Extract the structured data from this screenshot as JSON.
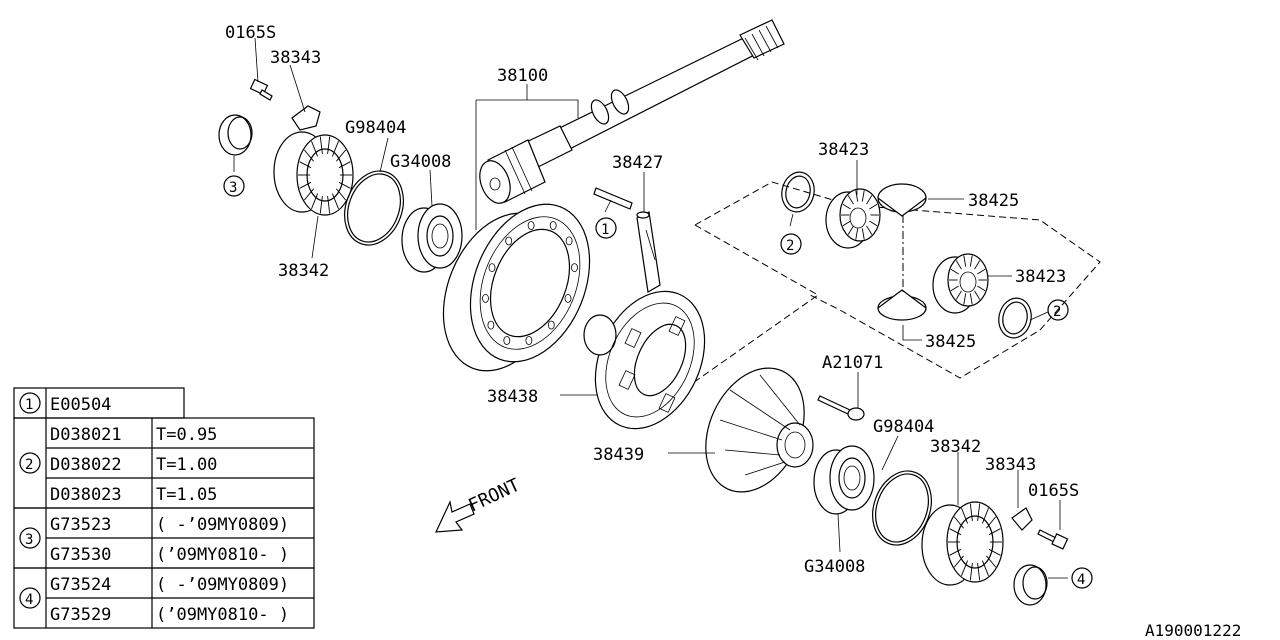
{
  "diagram_id": "A190001222",
  "front_label": "FRONT",
  "callouts": {
    "c0165s_top": "0165S",
    "c38343_top": "38343",
    "c38100": "38100",
    "cg98404_top": "G98404",
    "cg34008_top": "G34008",
    "c38342_top": "38342",
    "c38427": "38427",
    "c38423_top": "38423",
    "c38425_top": "38425",
    "c38423_mid": "38423",
    "c38425_mid": "38425",
    "ca21071": "A21071",
    "c38438": "38438",
    "c38439": "38439",
    "cg98404_bot": "G98404",
    "c38342_bot": "38342",
    "c38343_bot": "38343",
    "c0165s_bot": "0165S",
    "cg34008_bot": "G34008"
  },
  "circle_marks": {
    "m1": "1",
    "m2_top": "2",
    "m2_right": "2",
    "m3": "3",
    "m4": "4"
  },
  "legend": [
    {
      "key": "1",
      "rows": [
        {
          "part": "E00504",
          "spec": ""
        }
      ]
    },
    {
      "key": "2",
      "rows": [
        {
          "part": "D038021",
          "spec": "T=0.95"
        },
        {
          "part": "D038022",
          "spec": "T=1.00"
        },
        {
          "part": "D038023",
          "spec": "T=1.05"
        }
      ]
    },
    {
      "key": "3",
      "rows": [
        {
          "part": "G73523",
          "spec": "( -’09MY0809)"
        },
        {
          "part": "G73530",
          "spec": "(’09MY0810- )"
        }
      ]
    },
    {
      "key": "4",
      "rows": [
        {
          "part": "G73524",
          "spec": "( -’09MY0809)"
        },
        {
          "part": "G73529",
          "spec": "(’09MY0810- )"
        }
      ]
    }
  ]
}
